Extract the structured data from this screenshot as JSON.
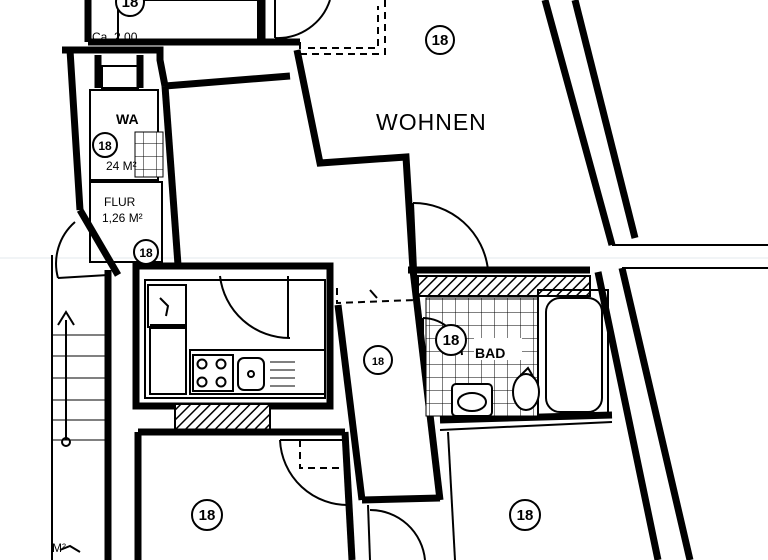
{
  "rooms": {
    "wohnen": "WOHNEN",
    "wa": "WA",
    "wa_area": "24 M²",
    "flur": "FLUR",
    "flur_area": "1,26 M²",
    "bad": "BAD",
    "top_partial": "18",
    "top_area_partial": "Ca. 2,00"
  },
  "markers": {
    "wohnen": "18",
    "wa": "18",
    "flur": "18",
    "bad": "18",
    "hall": "18",
    "bottom_left": "18",
    "bottom_right": "18",
    "top_partial": "18"
  },
  "corner_note": "M²"
}
